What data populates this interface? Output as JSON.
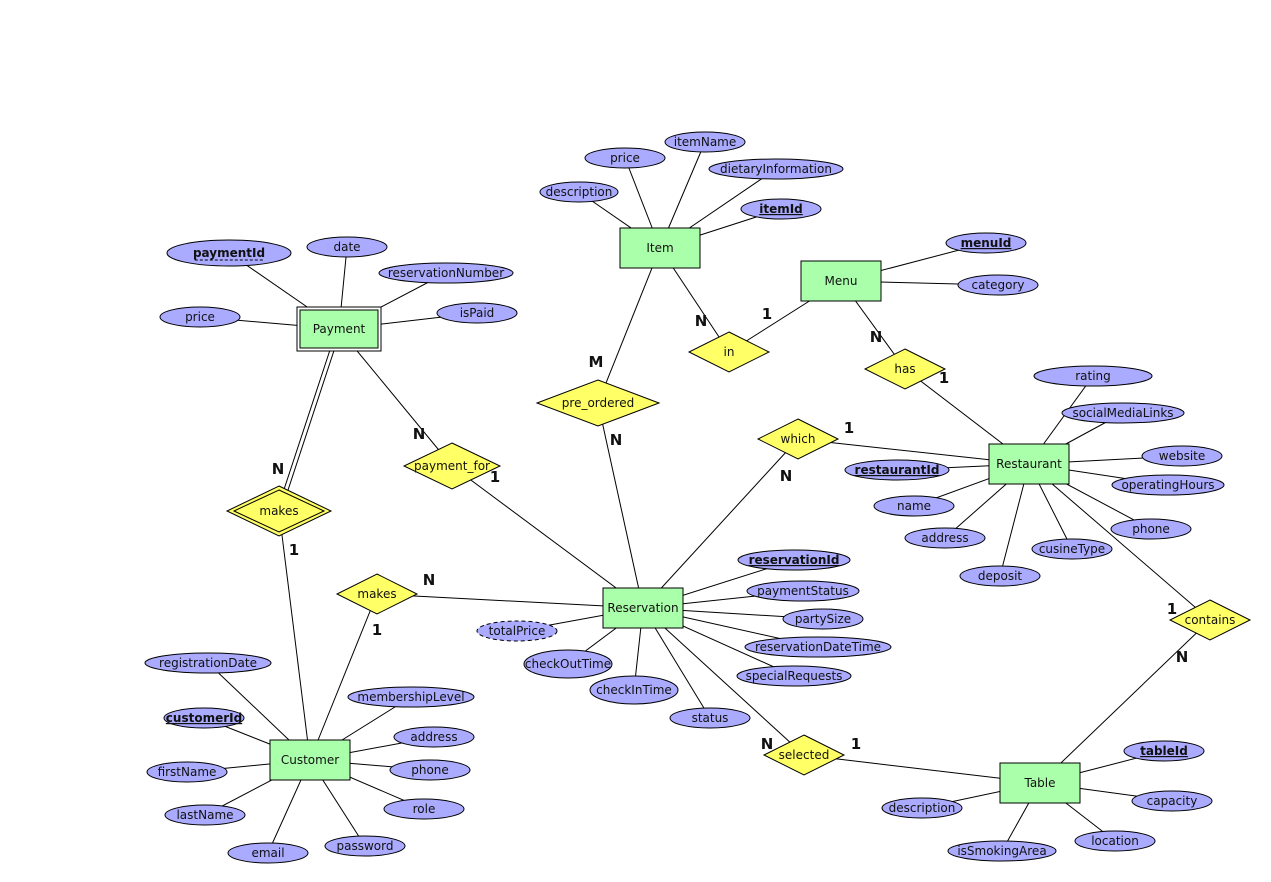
{
  "colors": {
    "entity": "#aaffaa",
    "relationship": "#ffff66",
    "attribute": "#aaaaff"
  },
  "entities": [
    {
      "id": "item",
      "label": "Item"
    },
    {
      "id": "menu",
      "label": "Menu"
    },
    {
      "id": "payment",
      "label": "Payment",
      "weak": true
    },
    {
      "id": "restaurant",
      "label": "Restaurant"
    },
    {
      "id": "reservation",
      "label": "Reservation"
    },
    {
      "id": "customer",
      "label": "Customer"
    },
    {
      "id": "table",
      "label": "Table"
    }
  ],
  "relationships": [
    {
      "id": "in",
      "label": "in",
      "links": [
        [
          "item",
          "N"
        ],
        [
          "menu",
          "1"
        ]
      ]
    },
    {
      "id": "has",
      "label": "has",
      "links": [
        [
          "menu",
          "N"
        ],
        [
          "restaurant",
          "1"
        ]
      ]
    },
    {
      "id": "pre_ordered",
      "label": "pre_ordered",
      "links": [
        [
          "item",
          "M"
        ],
        [
          "reservation",
          "N"
        ]
      ]
    },
    {
      "id": "which",
      "label": "which",
      "links": [
        [
          "restaurant",
          "1"
        ],
        [
          "reservation",
          "N"
        ]
      ]
    },
    {
      "id": "payment_for",
      "label": "payment_for",
      "links": [
        [
          "payment",
          "N"
        ],
        [
          "reservation",
          "1"
        ]
      ]
    },
    {
      "id": "makes_payment",
      "label": "makes",
      "weak": true,
      "links": [
        [
          "payment",
          "N"
        ],
        [
          "customer",
          "1"
        ]
      ]
    },
    {
      "id": "makes_res",
      "label": "makes",
      "links": [
        [
          "reservation",
          "N"
        ],
        [
          "customer",
          "1"
        ]
      ]
    },
    {
      "id": "selected",
      "label": "selected",
      "links": [
        [
          "reservation",
          "N"
        ],
        [
          "table",
          "1"
        ]
      ]
    },
    {
      "id": "contains",
      "label": "contains",
      "links": [
        [
          "restaurant",
          "1"
        ],
        [
          "table",
          "N"
        ]
      ]
    }
  ],
  "attributes": [
    {
      "id": "i_price",
      "entity": "item",
      "label": "price"
    },
    {
      "id": "i_name",
      "entity": "item",
      "label": "itemName"
    },
    {
      "id": "i_diet",
      "entity": "item",
      "label": "dietaryInformation"
    },
    {
      "id": "i_desc",
      "entity": "item",
      "label": "description"
    },
    {
      "id": "i_id",
      "entity": "item",
      "label": "itemId",
      "key": true
    },
    {
      "id": "m_id",
      "entity": "menu",
      "label": "menuId",
      "key": true
    },
    {
      "id": "m_cat",
      "entity": "menu",
      "label": "category"
    },
    {
      "id": "p_id",
      "entity": "payment",
      "label": "paymentId",
      "partialKey": true
    },
    {
      "id": "p_date",
      "entity": "payment",
      "label": "date"
    },
    {
      "id": "p_resnum",
      "entity": "payment",
      "label": "reservationNumber"
    },
    {
      "id": "p_price",
      "entity": "payment",
      "label": "price"
    },
    {
      "id": "p_paid",
      "entity": "payment",
      "label": "isPaid"
    },
    {
      "id": "r_rating",
      "entity": "restaurant",
      "label": "rating"
    },
    {
      "id": "r_social",
      "entity": "restaurant",
      "label": "socialMediaLinks"
    },
    {
      "id": "r_web",
      "entity": "restaurant",
      "label": "website"
    },
    {
      "id": "r_id",
      "entity": "restaurant",
      "label": "restaurantId",
      "key": true
    },
    {
      "id": "r_hours",
      "entity": "restaurant",
      "label": "operatingHours"
    },
    {
      "id": "r_name",
      "entity": "restaurant",
      "label": "name"
    },
    {
      "id": "r_phone",
      "entity": "restaurant",
      "label": "phone"
    },
    {
      "id": "r_addr",
      "entity": "restaurant",
      "label": "address"
    },
    {
      "id": "r_cuisine",
      "entity": "restaurant",
      "label": "cusineType"
    },
    {
      "id": "r_dep",
      "entity": "restaurant",
      "label": "deposit"
    },
    {
      "id": "v_id",
      "entity": "reservation",
      "label": "reservationId",
      "key": true
    },
    {
      "id": "v_pstat",
      "entity": "reservation",
      "label": "paymentStatus"
    },
    {
      "id": "v_size",
      "entity": "reservation",
      "label": "partySize"
    },
    {
      "id": "v_total",
      "entity": "reservation",
      "label": "totalPrice",
      "derived": true
    },
    {
      "id": "v_dt",
      "entity": "reservation",
      "label": "reservationDateTime"
    },
    {
      "id": "v_out",
      "entity": "reservation",
      "label": "checkOutTime"
    },
    {
      "id": "v_req",
      "entity": "reservation",
      "label": "specialRequests"
    },
    {
      "id": "v_in",
      "entity": "reservation",
      "label": "checkInTime"
    },
    {
      "id": "v_status",
      "entity": "reservation",
      "label": "status"
    },
    {
      "id": "c_reg",
      "entity": "customer",
      "label": "registrationDate"
    },
    {
      "id": "c_mem",
      "entity": "customer",
      "label": "membershipLevel"
    },
    {
      "id": "c_id",
      "entity": "customer",
      "label": "customerId",
      "key": true
    },
    {
      "id": "c_addr",
      "entity": "customer",
      "label": "address"
    },
    {
      "id": "c_first",
      "entity": "customer",
      "label": "firstName"
    },
    {
      "id": "c_phone",
      "entity": "customer",
      "label": "phone"
    },
    {
      "id": "c_last",
      "entity": "customer",
      "label": "lastName"
    },
    {
      "id": "c_role",
      "entity": "customer",
      "label": "role"
    },
    {
      "id": "c_pw",
      "entity": "customer",
      "label": "password"
    },
    {
      "id": "c_email",
      "entity": "customer",
      "label": "email"
    },
    {
      "id": "t_id",
      "entity": "table",
      "label": "tableId",
      "key": true
    },
    {
      "id": "t_cap",
      "entity": "table",
      "label": "capacity"
    },
    {
      "id": "t_desc",
      "entity": "table",
      "label": "description"
    },
    {
      "id": "t_loc",
      "entity": "table",
      "label": "location"
    },
    {
      "id": "t_smoke",
      "entity": "table",
      "label": "isSmokingArea"
    }
  ]
}
